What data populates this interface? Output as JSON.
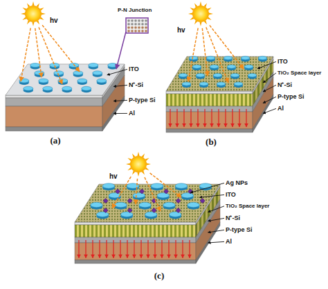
{
  "diagram": {
    "labels": [
      "hv",
      "P-N Junction",
      "ITO",
      "N⁺-Si",
      "P-type Si",
      "Al",
      "(a)",
      "hv",
      "ITO",
      "TiO₂ Space layer",
      "N⁺-Si",
      "P-type Si",
      "Al",
      "(b)",
      "hv",
      "Ag NPs",
      "ITO",
      "TiO₂ Space layer",
      "N⁺-Si",
      "P-type Si",
      "Al",
      "(c)"
    ]
  }
}
